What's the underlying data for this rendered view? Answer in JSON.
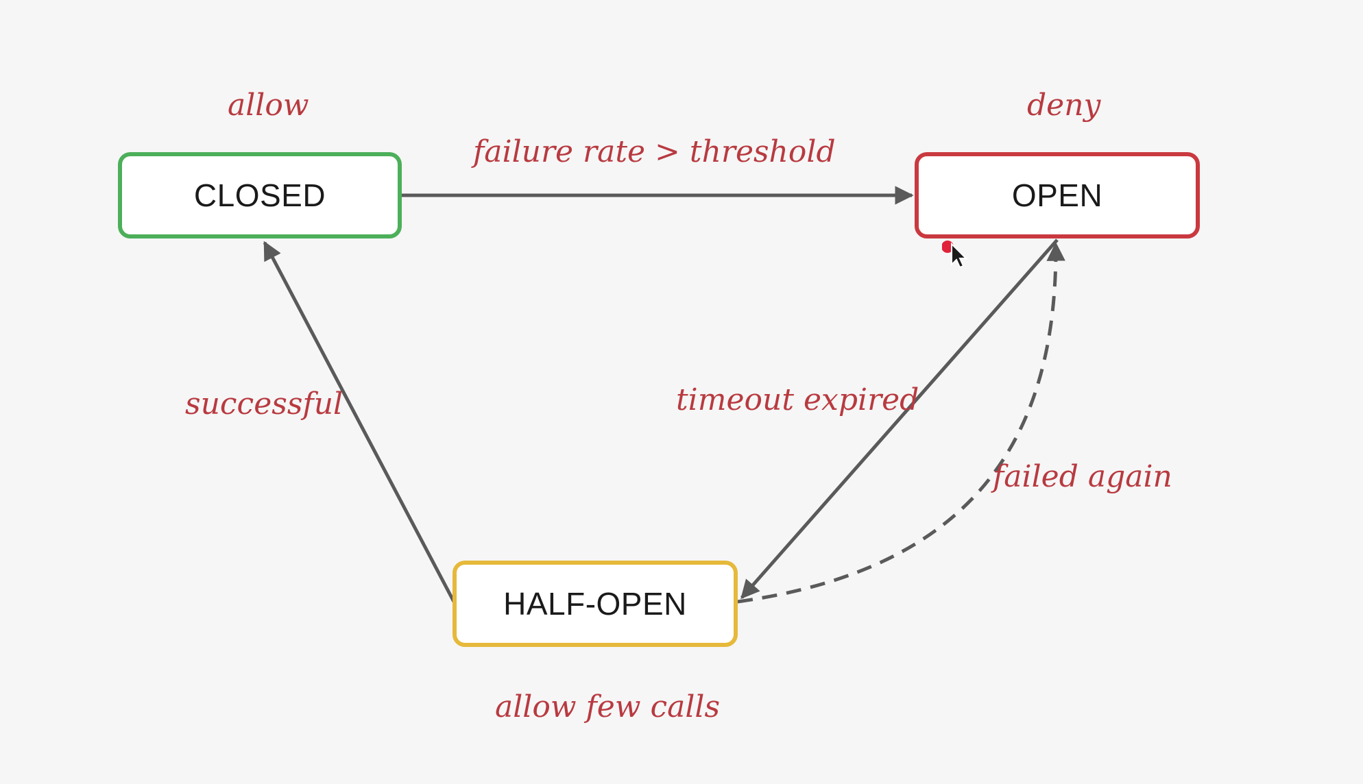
{
  "colors": {
    "closed": "#4caf5a",
    "open": "#c9393f",
    "half_open": "#e6b93a",
    "edge": "#5a5a5a",
    "annotation": "#b83a40",
    "pointer_dot": "#e0223a"
  },
  "states": {
    "closed": {
      "label": "CLOSED",
      "note": "allow"
    },
    "open": {
      "label": "OPEN",
      "note": "deny"
    },
    "half_open": {
      "label": "HALF-OPEN",
      "note": "allow few calls"
    }
  },
  "transitions": {
    "closed_to_open": {
      "label": "failure rate > threshold",
      "style": "solid"
    },
    "open_to_half_open": {
      "label": "timeout expired",
      "style": "solid"
    },
    "half_open_to_closed": {
      "label": "successful",
      "style": "solid"
    },
    "half_open_to_open": {
      "label": "failed again",
      "style": "dashed"
    }
  },
  "cursor": {
    "icon": "pointer-cursor-icon"
  }
}
